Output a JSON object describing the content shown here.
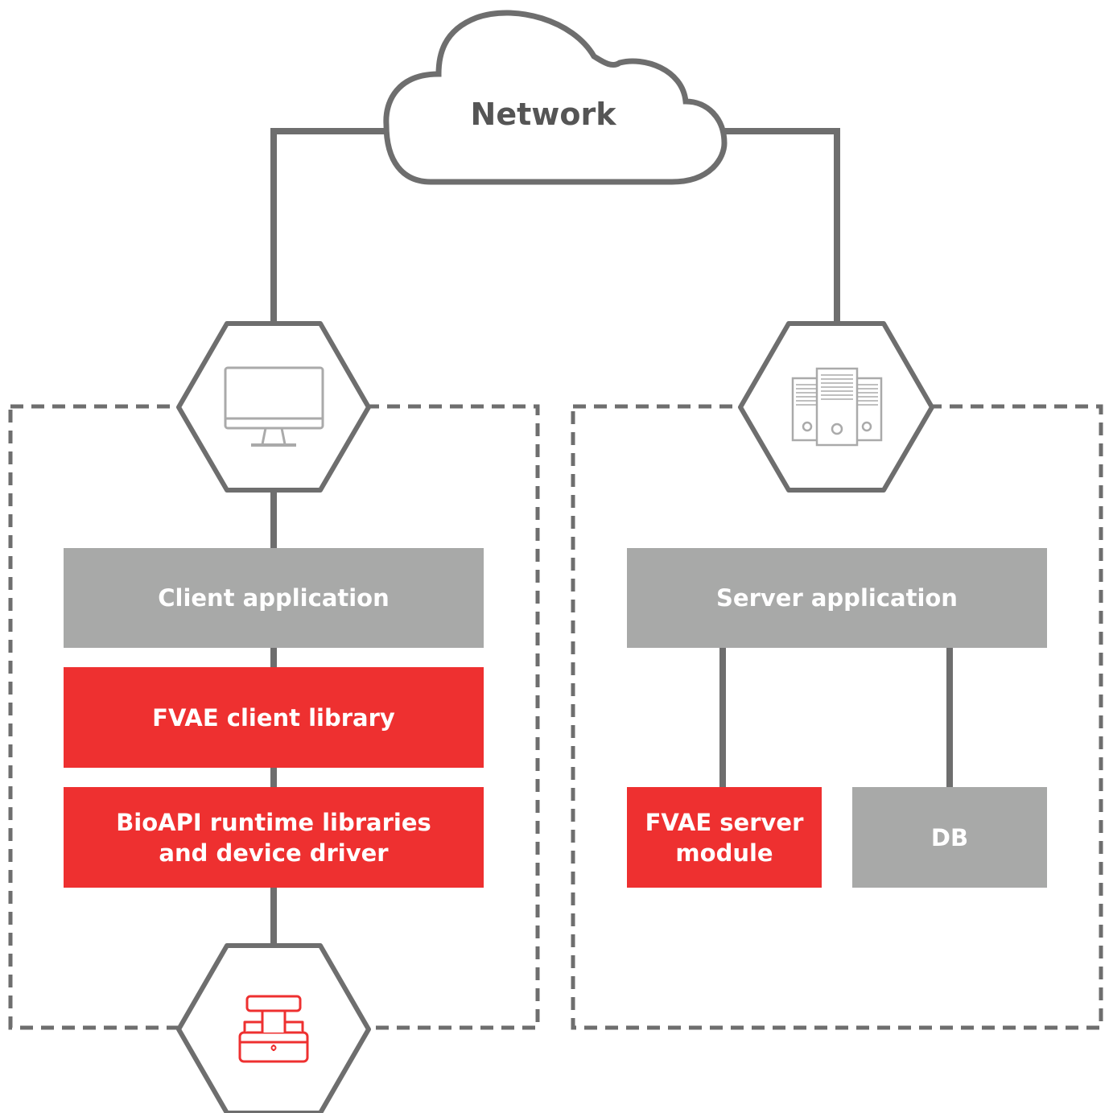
{
  "network": {
    "label": "Network"
  },
  "client": {
    "application": "Client application",
    "library": "FVAE client library",
    "runtime": "BioAPI runtime libraries and device driver"
  },
  "server": {
    "application": "Server application",
    "module": "FVAE server module",
    "db": "DB"
  },
  "icons": {
    "client_node": "monitor-icon",
    "server_node": "server-rack-icon",
    "device_node": "finger-vein-scanner-icon"
  },
  "colors": {
    "red": "#EE3030",
    "gray_box": "#A8A9A8",
    "line": "#6E6E6E",
    "icon_gray": "#AAAAAA"
  }
}
